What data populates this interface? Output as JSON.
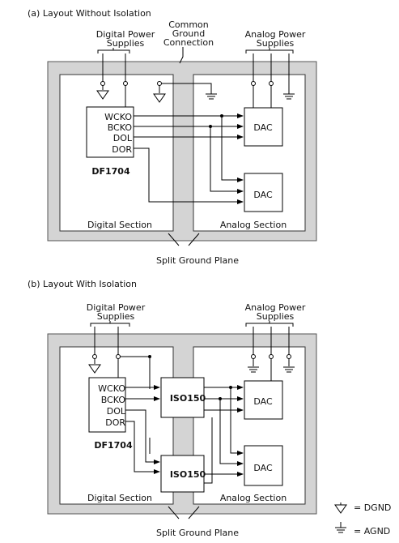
{
  "panel_a": {
    "caption": "(a) Layout Without Isolation",
    "digital_supplies_label": [
      "Digital Power",
      "Supplies"
    ],
    "analog_supplies_label": [
      "Analog Power",
      "Supplies"
    ],
    "common_ground_label": [
      "Common",
      "Ground",
      "Connection"
    ],
    "chip_name": "DF1704",
    "chip_pins": [
      "WCKO",
      "BCKO",
      "DOL",
      "DOR"
    ],
    "dac_labels": [
      "DAC",
      "DAC"
    ],
    "digital_section": "Digital Section",
    "analog_section": "Analog Section",
    "split_plane": "Split Ground Plane"
  },
  "panel_b": {
    "caption": "(b) Layout With Isolation",
    "digital_supplies_label": [
      "Digital Power",
      "Supplies"
    ],
    "analog_supplies_label": [
      "Analog Power",
      "Supplies"
    ],
    "chip_name": "DF1704",
    "chip_pins": [
      "WCKO",
      "BCKO",
      "DOL",
      "DOR"
    ],
    "iso_labels": [
      "ISO150",
      "ISO150"
    ],
    "dac_labels": [
      "DAC",
      "DAC"
    ],
    "digital_section": "Digital Section",
    "analog_section": "Analog Section",
    "split_plane": "Split Ground Plane"
  },
  "legend": {
    "dgnd": "= DGND",
    "agnd": "= AGND"
  }
}
